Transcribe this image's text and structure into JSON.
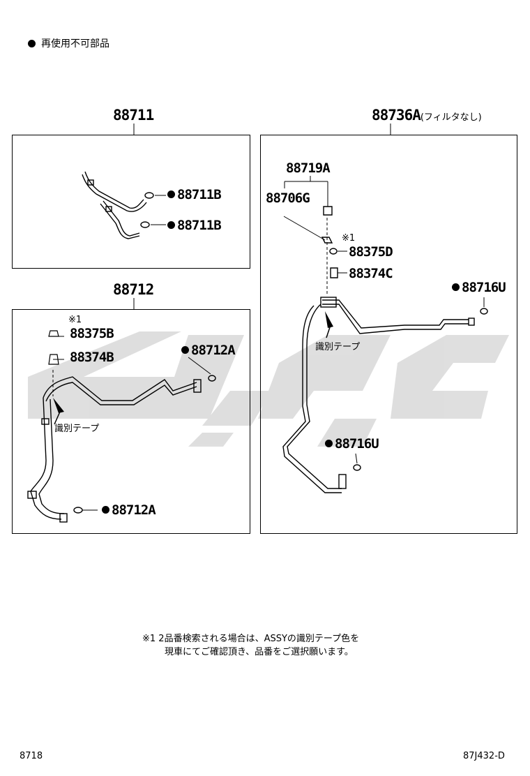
{
  "legend": {
    "text": "再使用不可部品"
  },
  "groups": {
    "g88711": {
      "code": "88711",
      "parts": [
        "88711B",
        "88711B"
      ]
    },
    "g88712": {
      "code": "88712",
      "parts": [
        "88375B",
        "88374B",
        "88712A",
        "88712A"
      ],
      "mark": "※1",
      "tape": "識別テープ"
    },
    "g88736": {
      "code": "88736A",
      "suffix": "(フィルタなし)",
      "parts": [
        "88719A",
        "88706G",
        "88375D",
        "88374C",
        "88716U",
        "88716U"
      ],
      "mark": "※1",
      "tape": "識別テープ"
    }
  },
  "note": {
    "line1": "※1 2品番検索される場合は、ASSYの識別テープ色を",
    "line2": "現車にてご確認頂き、品番をご選択願います。"
  },
  "footer": {
    "left": "8718",
    "right": "87J432-D"
  },
  "colors": {
    "line": "#000000",
    "watermark": "#d9d9d9"
  }
}
